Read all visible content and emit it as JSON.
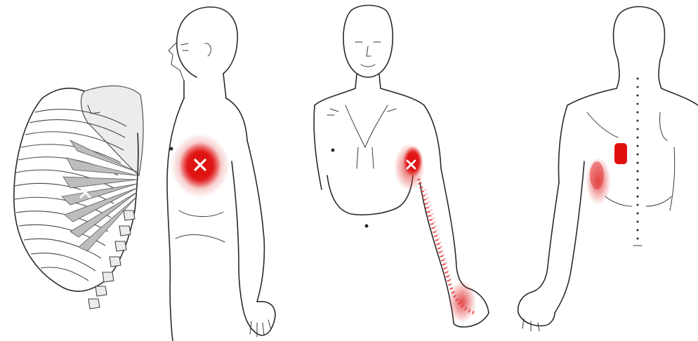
{
  "image": {
    "panels": [
      {
        "name": "rib-cage-panel",
        "marker": "x-icon"
      },
      {
        "name": "side-view-panel",
        "marker": "x-icon"
      },
      {
        "name": "front-view-panel",
        "marker": "x-icon"
      },
      {
        "name": "back-view-panel"
      }
    ],
    "colors": {
      "line": "#2a2a2a",
      "pain_red": "#e01010",
      "spill_red": "#e23a3a",
      "muscle_gray": "#bdbdbd",
      "background": "#ffffff"
    }
  }
}
